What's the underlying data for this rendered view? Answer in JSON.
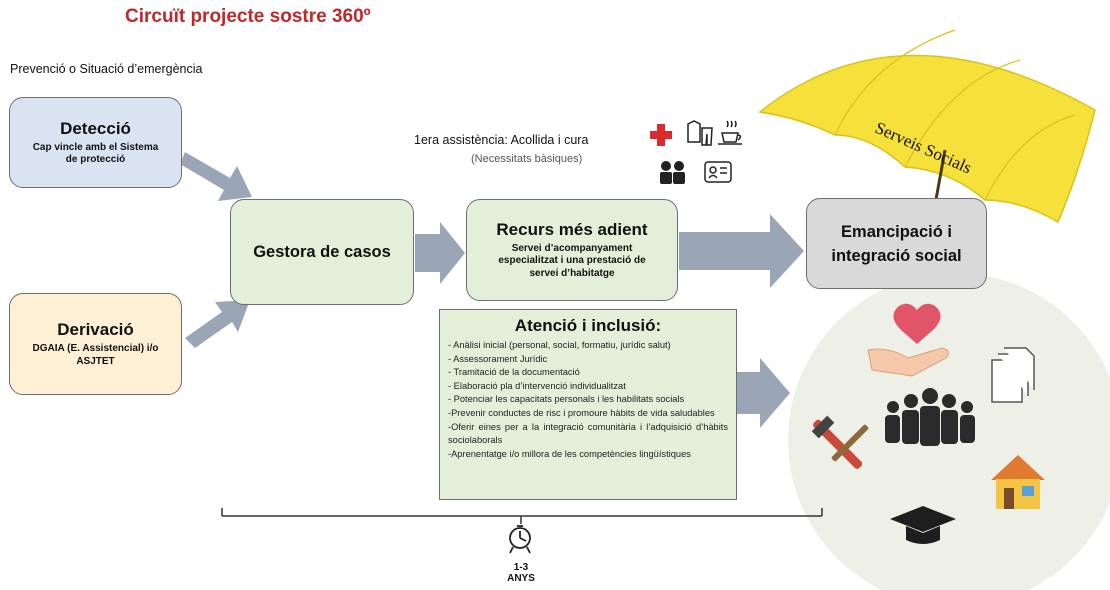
{
  "title": "Circuït projecte sostre 360º",
  "subtitle": "Prevenció o Situació d’emergència",
  "detect": {
    "title": "Detecció",
    "sub": "Cap vincle amb el Sistema de protecció"
  },
  "deriv": {
    "title": "Derivació",
    "sub": "DGAIA (E. Assistencial) i/o ASJTET"
  },
  "gestora": {
    "title": "Gestora de casos"
  },
  "assist": {
    "title": "1era assistència: Acollida i cura",
    "sub": "(Necessitats bàsiques)"
  },
  "recurs": {
    "title": "Recurs més adient",
    "sub": "Servei d’acompanyament especialitzat i una prestació de servei d’habitatge"
  },
  "emancip": {
    "title": "Emancipació i\nintegració social"
  },
  "umbrella_label": "Serveis Socials",
  "atencio": {
    "title": "Atenció i inclusió:",
    "items": [
      "- Anàlisi inicial (personal, social, formatiu, jurídic salut)",
      "- Assessorament Jurídic",
      "- Tramitació de la documentació",
      "- Elaboració pla d’intervenció individualitzat",
      "- Potenciar les capacitats personals i les habilitats socials",
      "-Prevenir conductes de risc i promoure hàbits de vida saludables",
      "-Oferir eines per a la integració comunitària i l’adquisició d’hàbits sociolaborals",
      "-Aprenentatge i/o millora de les competències lingüístiques"
    ]
  },
  "timeline": {
    "value": "1-3",
    "unit": "ANYS"
  },
  "icons": {
    "basic_needs": [
      "first-aid-icon",
      "clothing-icon",
      "coffee-cup-icon",
      "people-icon",
      "id-card-icon"
    ],
    "outcomes": [
      "heart-hand-icon",
      "documents-icon",
      "group-icon",
      "tools-icon",
      "house-icon",
      "graduation-cap-icon"
    ],
    "timeline": "stopwatch-icon",
    "umbrella": "umbrella-icon"
  },
  "colors": {
    "title": "#c0282c",
    "detect": "#dae3f2",
    "deriv": "#fdf0d5",
    "green": "#e3efd8",
    "grey": "#d9d9d9",
    "arrow": "#9aa5b6",
    "umbrella": "#f5e13a"
  }
}
